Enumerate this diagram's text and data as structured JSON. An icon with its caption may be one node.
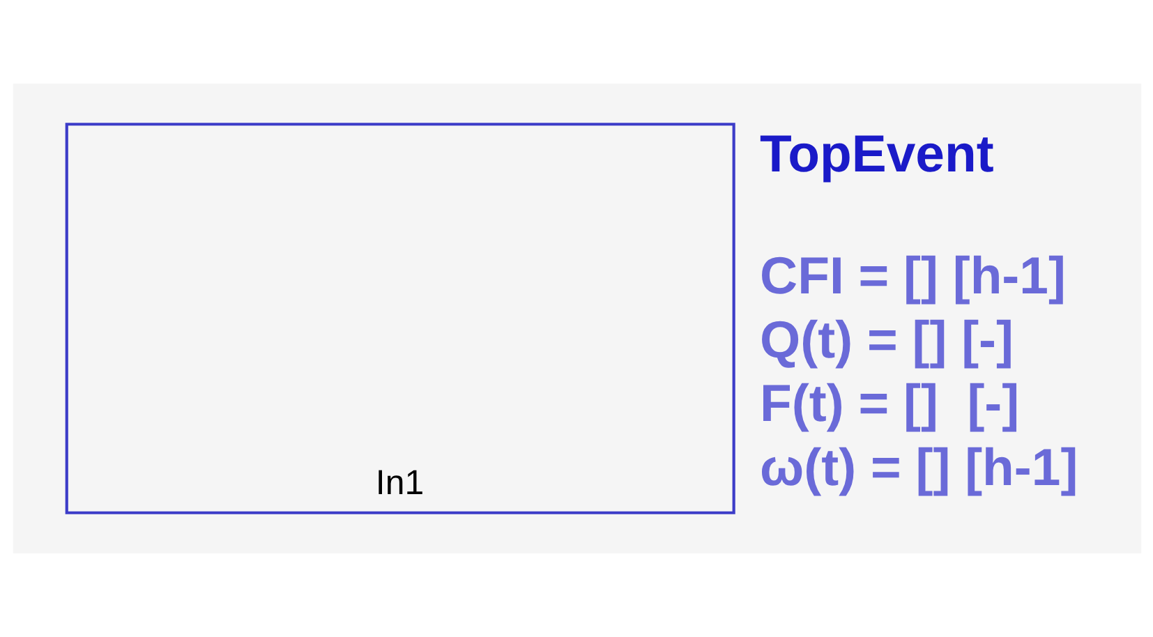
{
  "diagram": {
    "nodes": [
      {
        "text": [
          "In1"
        ],
        "beside": [
          "TopEvent",
          "CFI = [] [h-1]",
          "Q(t) = [] [-]",
          "F(t) = []  [-]",
          "ω(t) = [] [h-1]"
        ]
      }
    ]
  }
}
